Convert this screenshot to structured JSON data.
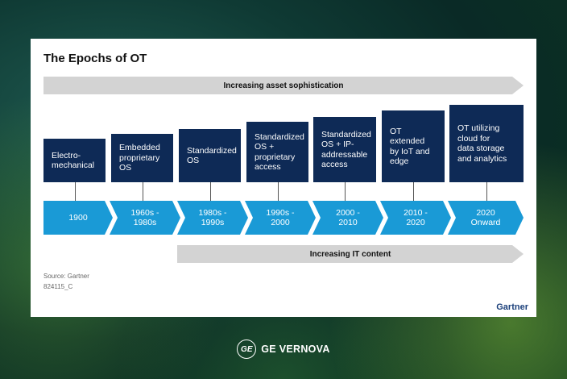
{
  "title": "The Epochs of OT",
  "top_arrow_label": "Increasing asset sophistication",
  "bottom_arrow_label": "Increasing IT content",
  "epochs": [
    {
      "description": "Electro-\nmechanical",
      "period": "1900"
    },
    {
      "description": "Embedded\nproprietary\nOS",
      "period": "1960s -\n1980s"
    },
    {
      "description": "Standardized\nOS",
      "period": "1980s -\n1990s"
    },
    {
      "description": "Standardized\nOS +\nproprietary\naccess",
      "period": "1990s -\n2000"
    },
    {
      "description": "Standardized\nOS + IP-\naddressable\naccess",
      "period": "2000 -\n2010"
    },
    {
      "description": "OT extended\nby IoT and\nedge",
      "period": "2010 -\n2020"
    },
    {
      "description": "OT utilizing\ncloud for\ndata storage\nand analytics",
      "period": "2020\nOnward"
    }
  ],
  "source": "Source: Gartner",
  "code": "824115_C",
  "gartner_logo": "Gartner",
  "footer_logo_mark": "GE",
  "footer_brand": "GE VERNOVA",
  "colors": {
    "box": "#0e2a56",
    "chevron": "#1a9ad6",
    "arrow": "#d3d3d3"
  }
}
